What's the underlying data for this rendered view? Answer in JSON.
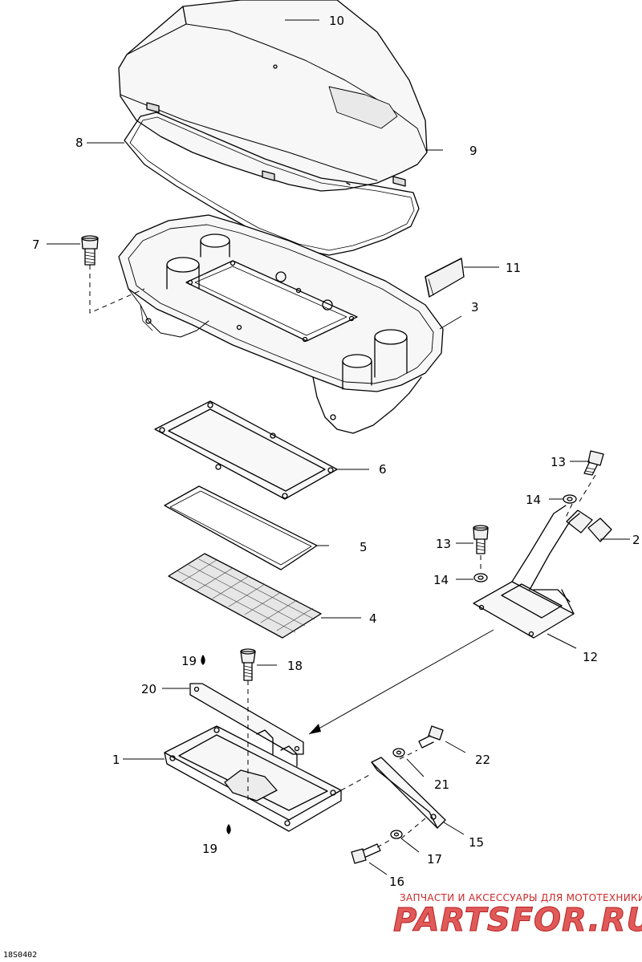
{
  "diagram": {
    "figure_id": "18S0402",
    "callouts": [
      {
        "id": "c10",
        "text": "10"
      },
      {
        "id": "c8",
        "text": "8"
      },
      {
        "id": "c9",
        "text": "9"
      },
      {
        "id": "c7",
        "text": "7"
      },
      {
        "id": "c11",
        "text": "11"
      },
      {
        "id": "c3",
        "text": "3"
      },
      {
        "id": "c6",
        "text": "6"
      },
      {
        "id": "c5",
        "text": "5"
      },
      {
        "id": "c4",
        "text": "4"
      },
      {
        "id": "c13a",
        "text": "13"
      },
      {
        "id": "c14a",
        "text": "14"
      },
      {
        "id": "c2",
        "text": "2"
      },
      {
        "id": "c13b",
        "text": "13"
      },
      {
        "id": "c14b",
        "text": "14"
      },
      {
        "id": "c12",
        "text": "12"
      },
      {
        "id": "c19a",
        "text": "19"
      },
      {
        "id": "c18",
        "text": "18"
      },
      {
        "id": "c20",
        "text": "20"
      },
      {
        "id": "c1",
        "text": "1"
      },
      {
        "id": "c22",
        "text": "22"
      },
      {
        "id": "c21",
        "text": "21"
      },
      {
        "id": "c15",
        "text": "15"
      },
      {
        "id": "c19b",
        "text": "19"
      },
      {
        "id": "c17",
        "text": "17"
      },
      {
        "id": "c16",
        "text": "16"
      }
    ]
  },
  "watermark": {
    "line1": "ЗАПЧАСТИ И АКСЕССУАРЫ ДЛЯ МОТОТЕХНИКИ",
    "line2": "PARTSFOR.RU",
    "color": "#cc2a2a"
  }
}
